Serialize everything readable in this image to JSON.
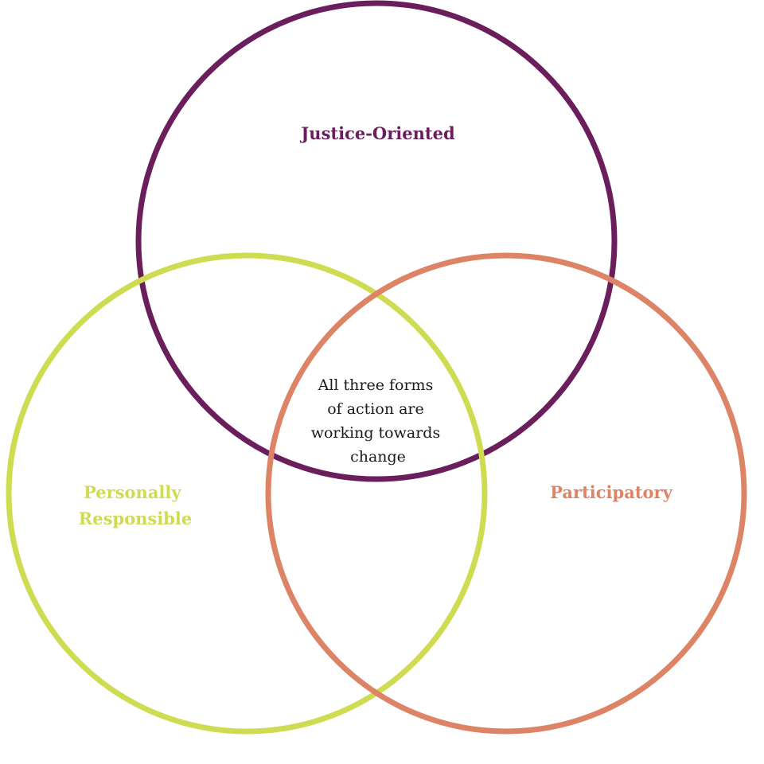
{
  "colors": {
    "justice": "#6b1e5c",
    "personal": "#cfdc52",
    "participatory": "#dd8466",
    "center_text": "#1a1a1a",
    "background": "#ffffff"
  },
  "sets": {
    "justice": {
      "label": "Justice-Oriented"
    },
    "personal": {
      "label_lines": [
        "Personally",
        "Responsible"
      ]
    },
    "participatory": {
      "label": "Participatory"
    }
  },
  "center": {
    "lines": [
      "All three forms",
      "of action are",
      "working towards",
      "change"
    ]
  }
}
